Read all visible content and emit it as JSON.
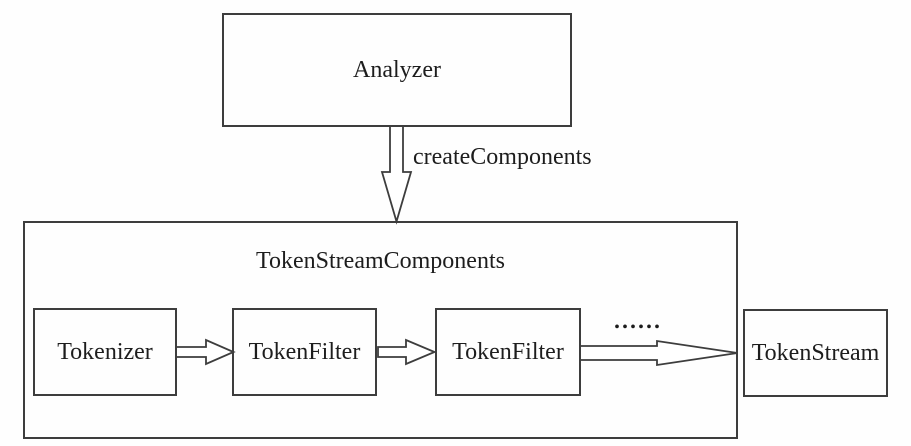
{
  "diagram": {
    "analyzer": {
      "label": "Analyzer"
    },
    "create_components_arrow": {
      "label": "createComponents"
    },
    "token_stream_components": {
      "label": "TokenStreamComponents",
      "pipeline": [
        {
          "label": "Tokenizer"
        },
        {
          "label": "TokenFilter"
        },
        {
          "label": "TokenFilter"
        }
      ],
      "ellipsis": "......"
    },
    "token_stream": {
      "label": "TokenStream"
    },
    "colors": {
      "line": "#3d3d3d",
      "text": "#1d1d1d",
      "background": "#fefefe"
    }
  }
}
